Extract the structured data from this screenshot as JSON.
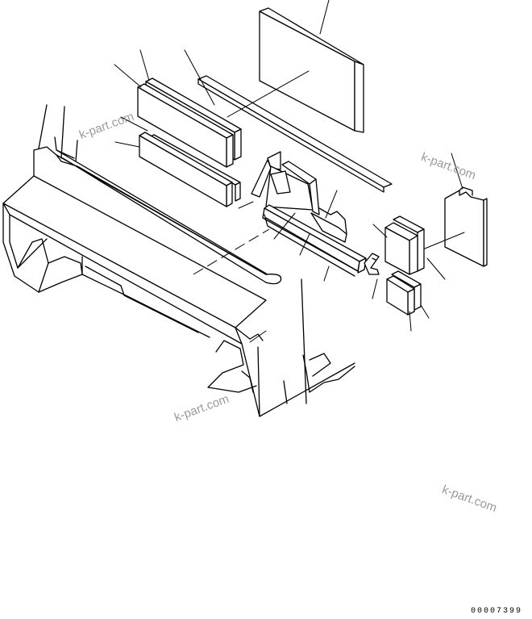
{
  "watermarks": {
    "wm1": "k-part.com",
    "wm2": "k-part.com",
    "wm3": "k-part.com",
    "wm4": "k-part.com"
  },
  "drawing_code": "00007399",
  "colors": {
    "line": "#000000",
    "watermark": "#9a9a9a",
    "background": "#ffffff"
  }
}
